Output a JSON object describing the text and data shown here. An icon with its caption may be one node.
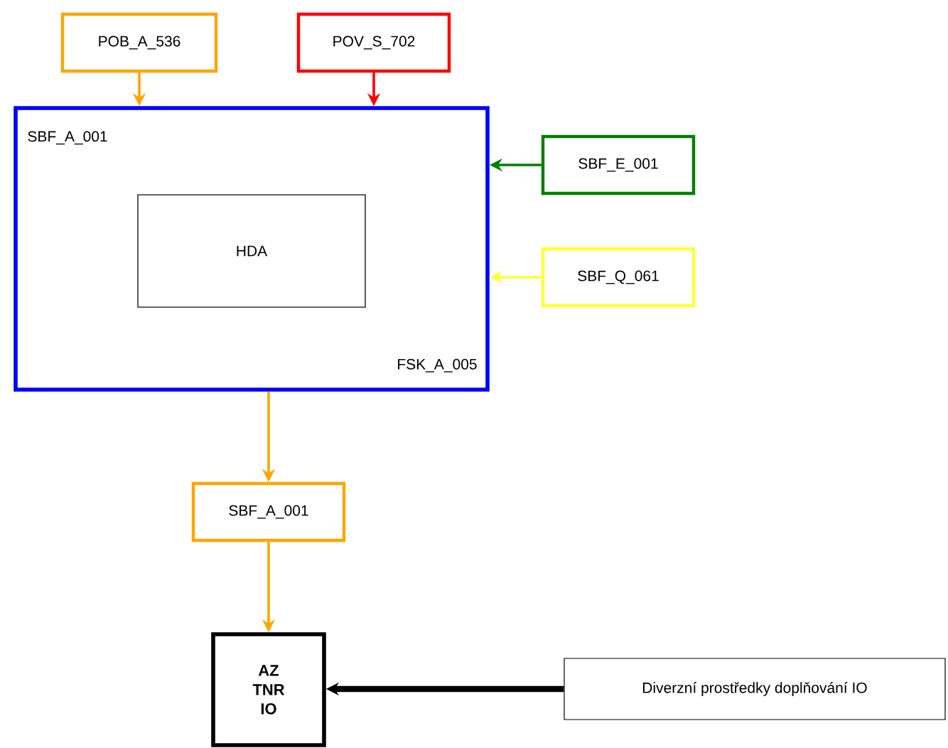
{
  "diagram": {
    "nodes": [
      {
        "text": [
          "POB_A_536"
        ]
      },
      {
        "text": [
          "POV_S_702"
        ]
      },
      {
        "text": [
          "SBF_A_001",
          "FSK_A_005"
        ]
      },
      {
        "text": [
          "HDA"
        ],
        "in": 2
      },
      {
        "text": [
          "SBF_E_001"
        ]
      },
      {
        "text": [
          "SBF_Q_061"
        ]
      },
      {
        "text": [
          "SBF_A_001"
        ]
      },
      {
        "text": [
          "AZ TNR IO"
        ]
      },
      {
        "text": [
          "Diverzní prostředky doplňování IO"
        ]
      }
    ],
    "edges": [
      {
        "from": 0,
        "to": 2,
        "arrow": "to",
        "color": "#ffa500"
      },
      {
        "from": 1,
        "to": 2,
        "arrow": "to",
        "color": "#ff0000"
      },
      {
        "from": 4,
        "to": 2,
        "arrow": "to",
        "color": "#008000"
      },
      {
        "from": 5,
        "to": 2,
        "arrow": "to",
        "color": "#ffff33"
      },
      {
        "from": 2,
        "to": 6,
        "arrow": "to",
        "color": "#ffa500"
      },
      {
        "from": 6,
        "to": 7,
        "arrow": "to",
        "color": "#ffa500"
      },
      {
        "from": 8,
        "to": 7,
        "arrow": "to",
        "color": "#000000",
        "style": "thick"
      }
    ]
  }
}
